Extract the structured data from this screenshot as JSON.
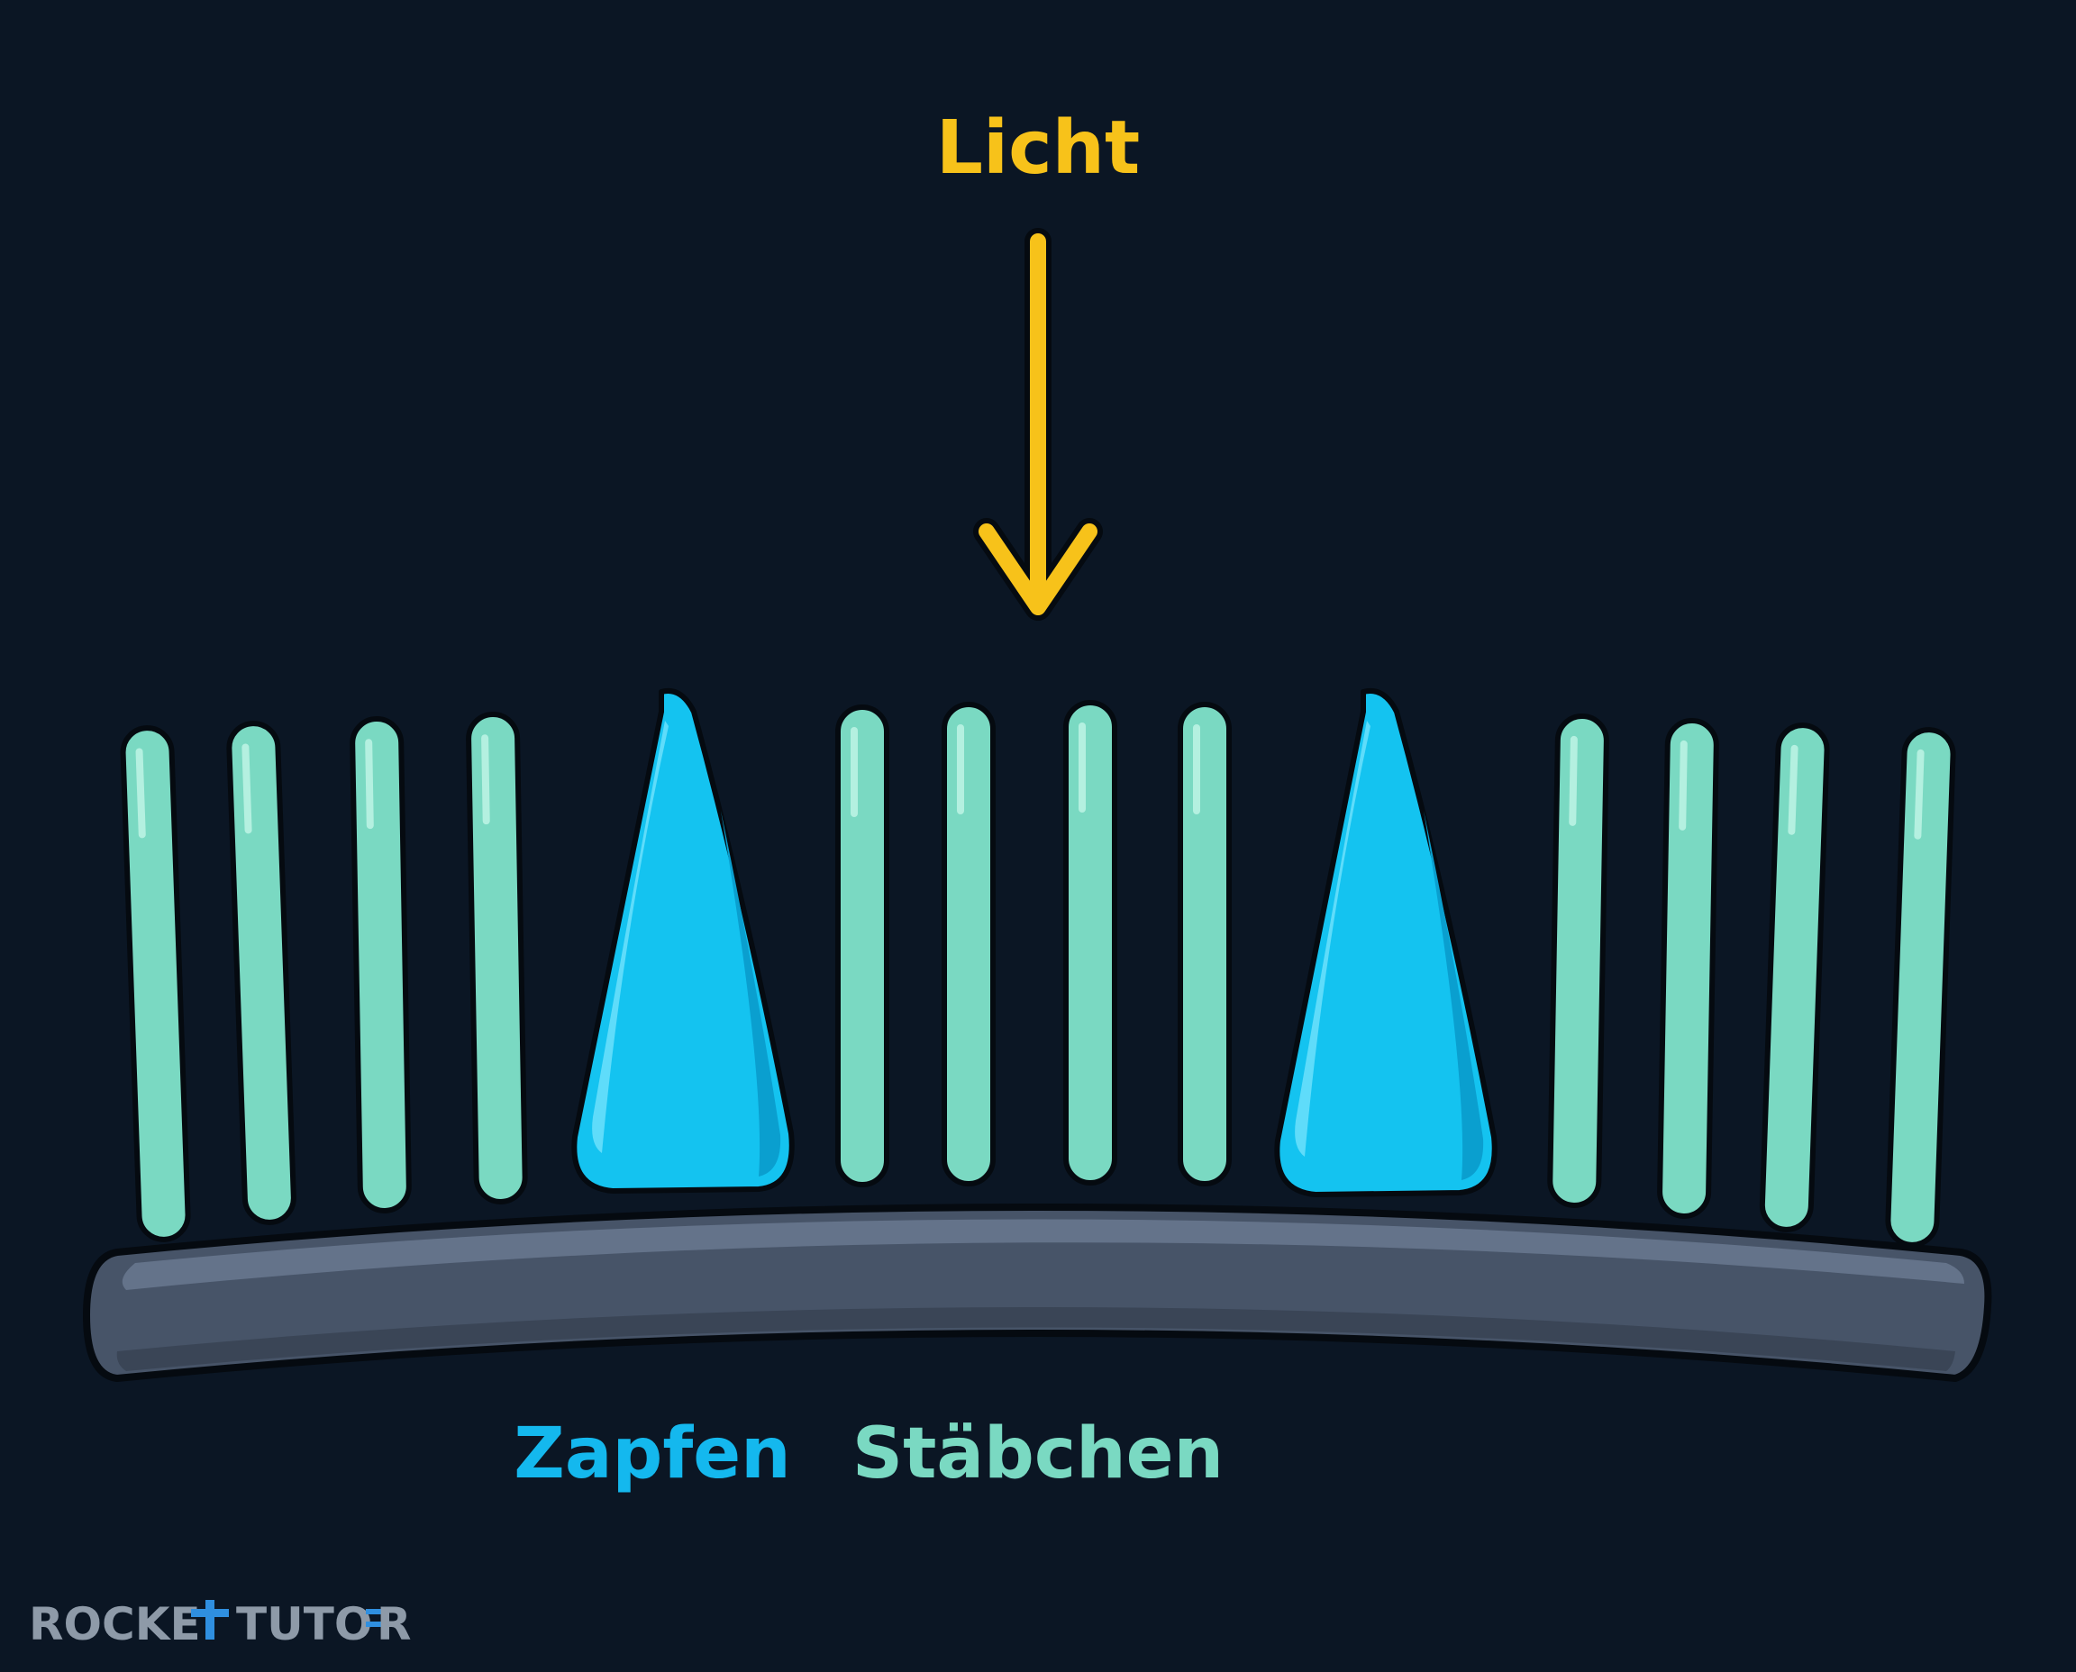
{
  "labels": {
    "light": "Licht",
    "cones": "Zapfen",
    "rods": "Stäbchen"
  },
  "logo": {
    "text_left": "ROCKE",
    "text_right": "TUTO",
    "text_end": "R"
  },
  "colors": {
    "background": "#0b1624",
    "light": "#f7c21a",
    "cone": "#14c3f0",
    "cone_highlight": "#5fdcfa",
    "rod": "#7ad9c2",
    "rod_highlight": "#b4f0e0",
    "membrane": "#475468",
    "membrane_top": "#64738a",
    "outline": "#050a10",
    "logo": "#8e9aa8",
    "logo_accent": "#2f8fe0"
  },
  "icons": [
    "light-arrow-icon",
    "rocket-logo-icon"
  ]
}
